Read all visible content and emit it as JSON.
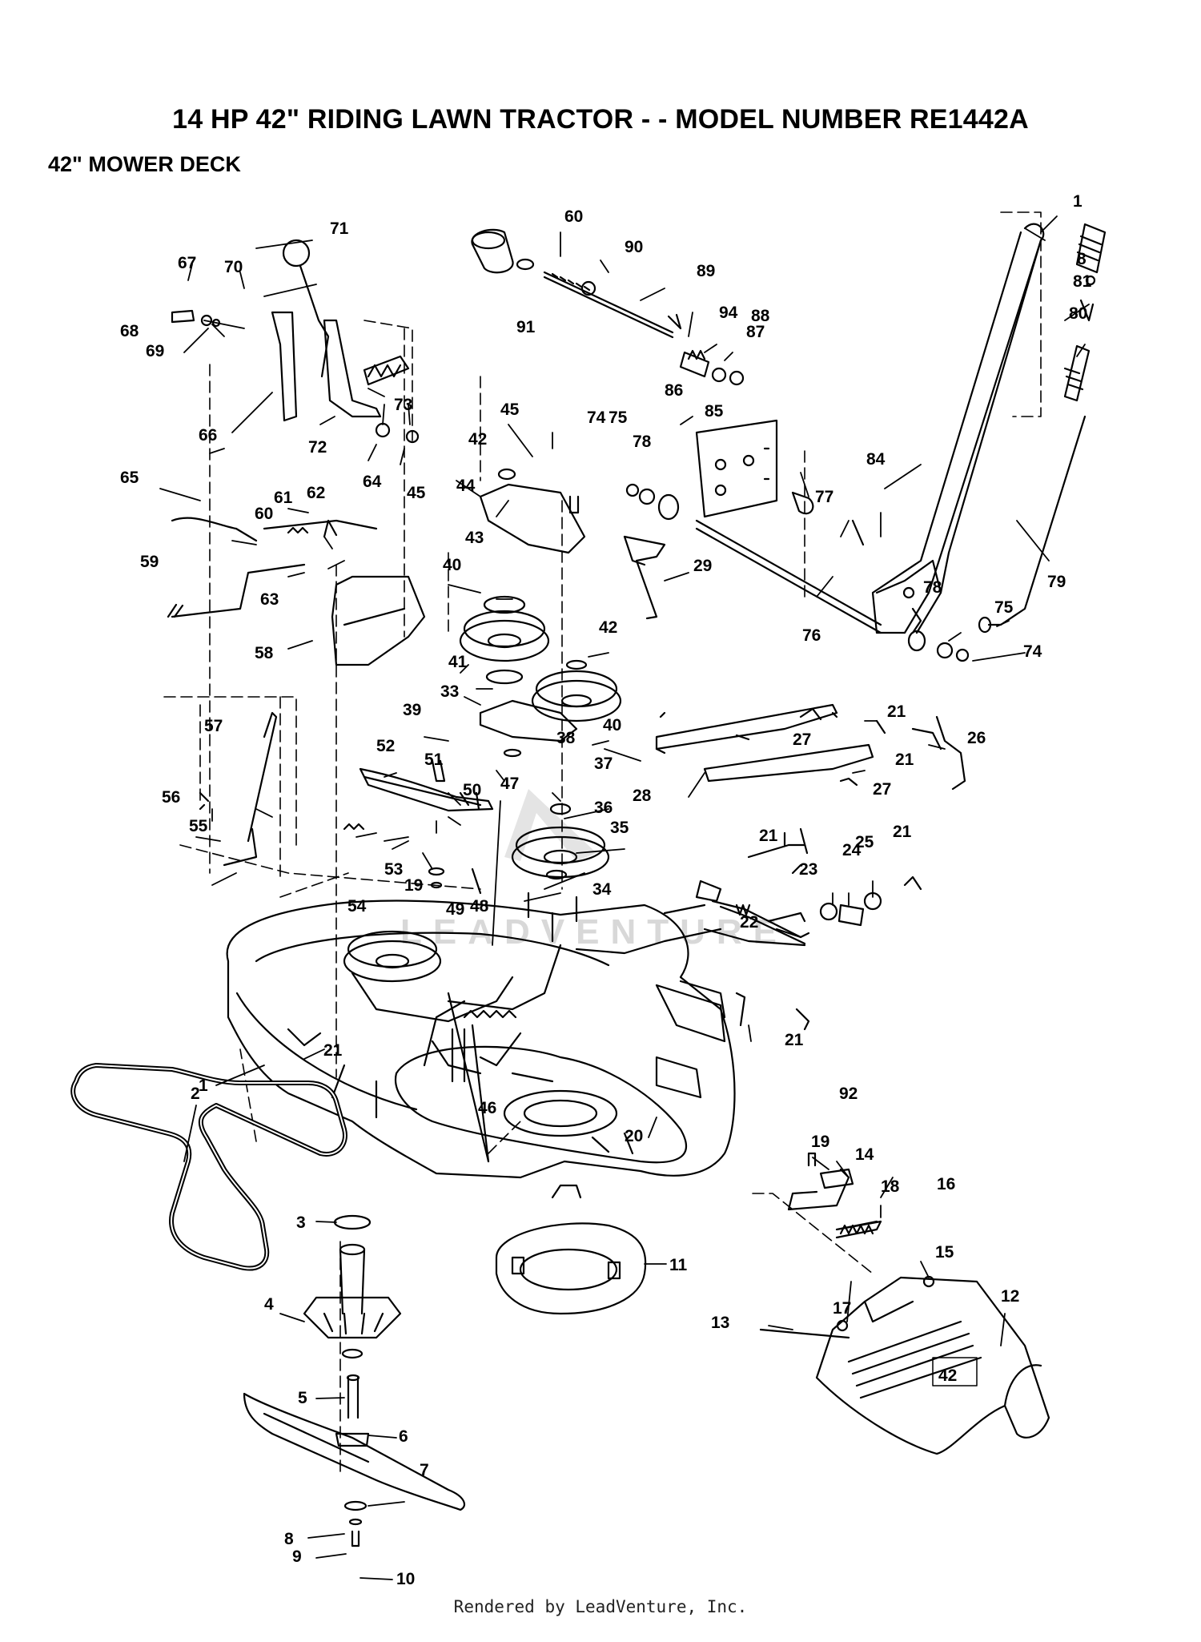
{
  "title": "14 HP 42\" RIDING LAWN TRACTOR - - MODEL NUMBER RE1442A",
  "subtitle": "42\" MOWER DECK",
  "footer": "Rendered by LeadVenture, Inc.",
  "watermark": "LEADVENTURE",
  "deck_badge": "42",
  "callouts": [
    {
      "id": "c-1",
      "n": "1"
    },
    {
      "id": "c-2",
      "n": "2"
    },
    {
      "id": "c-3",
      "n": "3"
    },
    {
      "id": "c-4",
      "n": "4"
    },
    {
      "id": "c-5",
      "n": "5"
    },
    {
      "id": "c-6",
      "n": "6"
    },
    {
      "id": "c-7",
      "n": "7"
    },
    {
      "id": "c-8",
      "n": "8"
    },
    {
      "id": "c-9",
      "n": "9"
    },
    {
      "id": "c-10",
      "n": "10"
    },
    {
      "id": "c-11",
      "n": "11"
    },
    {
      "id": "c-12",
      "n": "12"
    },
    {
      "id": "c-13",
      "n": "13"
    },
    {
      "id": "c-14",
      "n": "14"
    },
    {
      "id": "c-15",
      "n": "15"
    },
    {
      "id": "c-16",
      "n": "16"
    },
    {
      "id": "c-17",
      "n": "17"
    },
    {
      "id": "c-18",
      "n": "18"
    },
    {
      "id": "c-19a",
      "n": "19"
    },
    {
      "id": "c-19b",
      "n": "19"
    },
    {
      "id": "c-20",
      "n": "20"
    },
    {
      "id": "c-21a",
      "n": "21"
    },
    {
      "id": "c-21b",
      "n": "21"
    },
    {
      "id": "c-21c",
      "n": "21"
    },
    {
      "id": "c-21d",
      "n": "21"
    },
    {
      "id": "c-21e",
      "n": "21"
    },
    {
      "id": "c-21f",
      "n": "21"
    },
    {
      "id": "c-22",
      "n": "22"
    },
    {
      "id": "c-23",
      "n": "23"
    },
    {
      "id": "c-24",
      "n": "24"
    },
    {
      "id": "c-25",
      "n": "25"
    },
    {
      "id": "c-26",
      "n": "26"
    },
    {
      "id": "c-27a",
      "n": "27"
    },
    {
      "id": "c-27b",
      "n": "27"
    },
    {
      "id": "c-28",
      "n": "28"
    },
    {
      "id": "c-29",
      "n": "29"
    },
    {
      "id": "c-33",
      "n": "33"
    },
    {
      "id": "c-34",
      "n": "34"
    },
    {
      "id": "c-35",
      "n": "35"
    },
    {
      "id": "c-36",
      "n": "36"
    },
    {
      "id": "c-37",
      "n": "37"
    },
    {
      "id": "c-38",
      "n": "38"
    },
    {
      "id": "c-39",
      "n": "39"
    },
    {
      "id": "c-40a",
      "n": "40"
    },
    {
      "id": "c-40b",
      "n": "40"
    },
    {
      "id": "c-41",
      "n": "41"
    },
    {
      "id": "c-42a",
      "n": "42"
    },
    {
      "id": "c-42b",
      "n": "42"
    },
    {
      "id": "c-43",
      "n": "43"
    },
    {
      "id": "c-44",
      "n": "44"
    },
    {
      "id": "c-45a",
      "n": "45"
    },
    {
      "id": "c-45b",
      "n": "45"
    },
    {
      "id": "c-46",
      "n": "46"
    },
    {
      "id": "c-47",
      "n": "47"
    },
    {
      "id": "c-48",
      "n": "48"
    },
    {
      "id": "c-49",
      "n": "49"
    },
    {
      "id": "c-50",
      "n": "50"
    },
    {
      "id": "c-51",
      "n": "51"
    },
    {
      "id": "c-52",
      "n": "52"
    },
    {
      "id": "c-53",
      "n": "53"
    },
    {
      "id": "c-54",
      "n": "54"
    },
    {
      "id": "c-55",
      "n": "55"
    },
    {
      "id": "c-56",
      "n": "56"
    },
    {
      "id": "c-57",
      "n": "57"
    },
    {
      "id": "c-58",
      "n": "58"
    },
    {
      "id": "c-59",
      "n": "59"
    },
    {
      "id": "c-60a",
      "n": "60"
    },
    {
      "id": "c-60b",
      "n": "60"
    },
    {
      "id": "c-61",
      "n": "61"
    },
    {
      "id": "c-62",
      "n": "62"
    },
    {
      "id": "c-63",
      "n": "63"
    },
    {
      "id": "c-64",
      "n": "64"
    },
    {
      "id": "c-65",
      "n": "65"
    },
    {
      "id": "c-66",
      "n": "66"
    },
    {
      "id": "c-67",
      "n": "67"
    },
    {
      "id": "c-68",
      "n": "68"
    },
    {
      "id": "c-69",
      "n": "69"
    },
    {
      "id": "c-70",
      "n": "70"
    },
    {
      "id": "c-71",
      "n": "71"
    },
    {
      "id": "c-72",
      "n": "72"
    },
    {
      "id": "c-73",
      "n": "73"
    },
    {
      "id": "c-74a",
      "n": "74"
    },
    {
      "id": "c-74b",
      "n": "74"
    },
    {
      "id": "c-75a",
      "n": "75"
    },
    {
      "id": "c-75b",
      "n": "75"
    },
    {
      "id": "c-76",
      "n": "76"
    },
    {
      "id": "c-77",
      "n": "77"
    },
    {
      "id": "c-78a",
      "n": "78"
    },
    {
      "id": "c-78b",
      "n": "78"
    },
    {
      "id": "c-79",
      "n": "79"
    },
    {
      "id": "c-80",
      "n": "80"
    },
    {
      "id": "c-81",
      "n": "81"
    },
    {
      "id": "c-82",
      "n": "8"
    },
    {
      "id": "c-83",
      "n": "1"
    },
    {
      "id": "c-84",
      "n": "84"
    },
    {
      "id": "c-85",
      "n": "85"
    },
    {
      "id": "c-86",
      "n": "86"
    },
    {
      "id": "c-87",
      "n": "87"
    },
    {
      "id": "c-88",
      "n": "88"
    },
    {
      "id": "c-89",
      "n": "89"
    },
    {
      "id": "c-90",
      "n": "90"
    },
    {
      "id": "c-91",
      "n": "91"
    },
    {
      "id": "c-92",
      "n": "92"
    },
    {
      "id": "c-94",
      "n": "94"
    }
  ]
}
